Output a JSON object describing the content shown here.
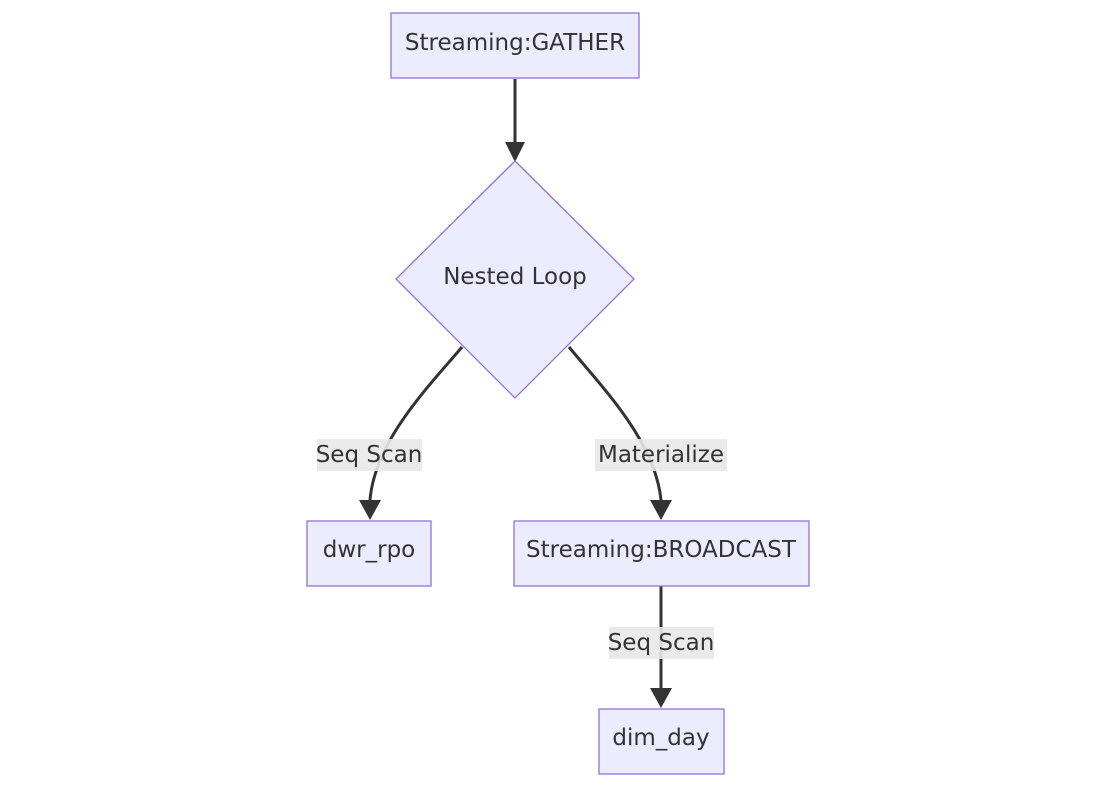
{
  "diagram": {
    "nodes": {
      "gather": {
        "label": "Streaming:GATHER"
      },
      "nested_loop": {
        "label": "Nested Loop"
      },
      "dwr_rpo": {
        "label": "dwr_rpo"
      },
      "broadcast": {
        "label": "Streaming:BROADCAST"
      },
      "dim_day": {
        "label": "dim_day"
      }
    },
    "edges": {
      "gather_to_nested": {
        "label": ""
      },
      "nested_to_dwr": {
        "label": "Seq Scan"
      },
      "nested_to_broadcast": {
        "label": "Materialize"
      },
      "broadcast_to_dim": {
        "label": "Seq Scan"
      }
    }
  }
}
